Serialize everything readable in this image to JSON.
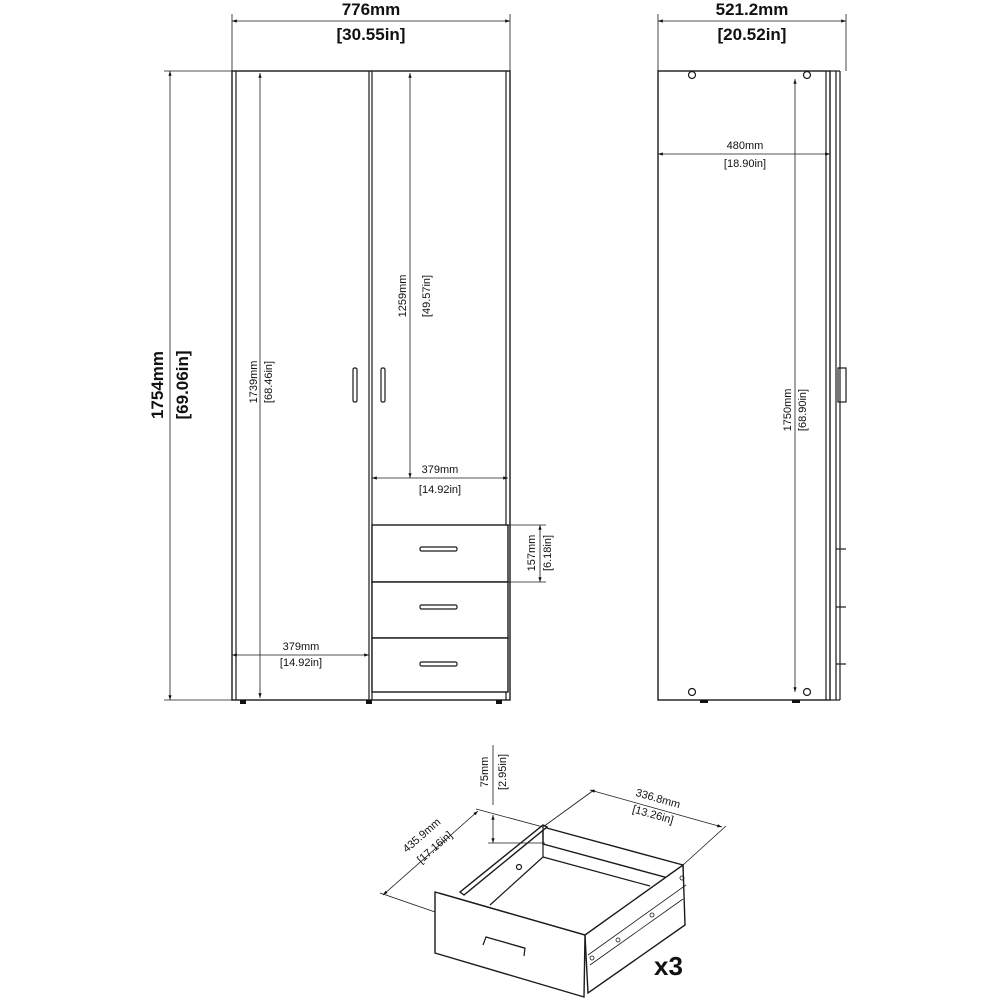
{
  "front_view": {
    "width_mm": "776mm",
    "width_in": "[30.55in]",
    "height_mm": "1754mm",
    "height_in": "[69.06in]",
    "inner_height_mm": "1739mm",
    "inner_height_in": "[68.46in]",
    "upper_height_mm": "1259mm",
    "upper_height_in": "[49.57in]",
    "right_width_mm": "379mm",
    "right_width_in": "[14.92in]",
    "left_width_mm": "379mm",
    "left_width_in": "[14.92in]",
    "drawer_height_mm": "157mm",
    "drawer_height_in": "[6.18in]"
  },
  "side_view": {
    "depth_mm": "521.2mm",
    "depth_in": "[20.52in]",
    "inner_depth_mm": "480mm",
    "inner_depth_in": "[18.90in]",
    "inner_height_mm": "1750mm",
    "inner_height_in": "[68.90in]"
  },
  "drawer_view": {
    "height_mm": "75mm",
    "height_in": "[2.95in]",
    "width_mm": "336.8mm",
    "width_in": "[13.26in]",
    "depth_mm": "435.9mm",
    "depth_in": "[17.16in]",
    "quantity": "x3"
  }
}
